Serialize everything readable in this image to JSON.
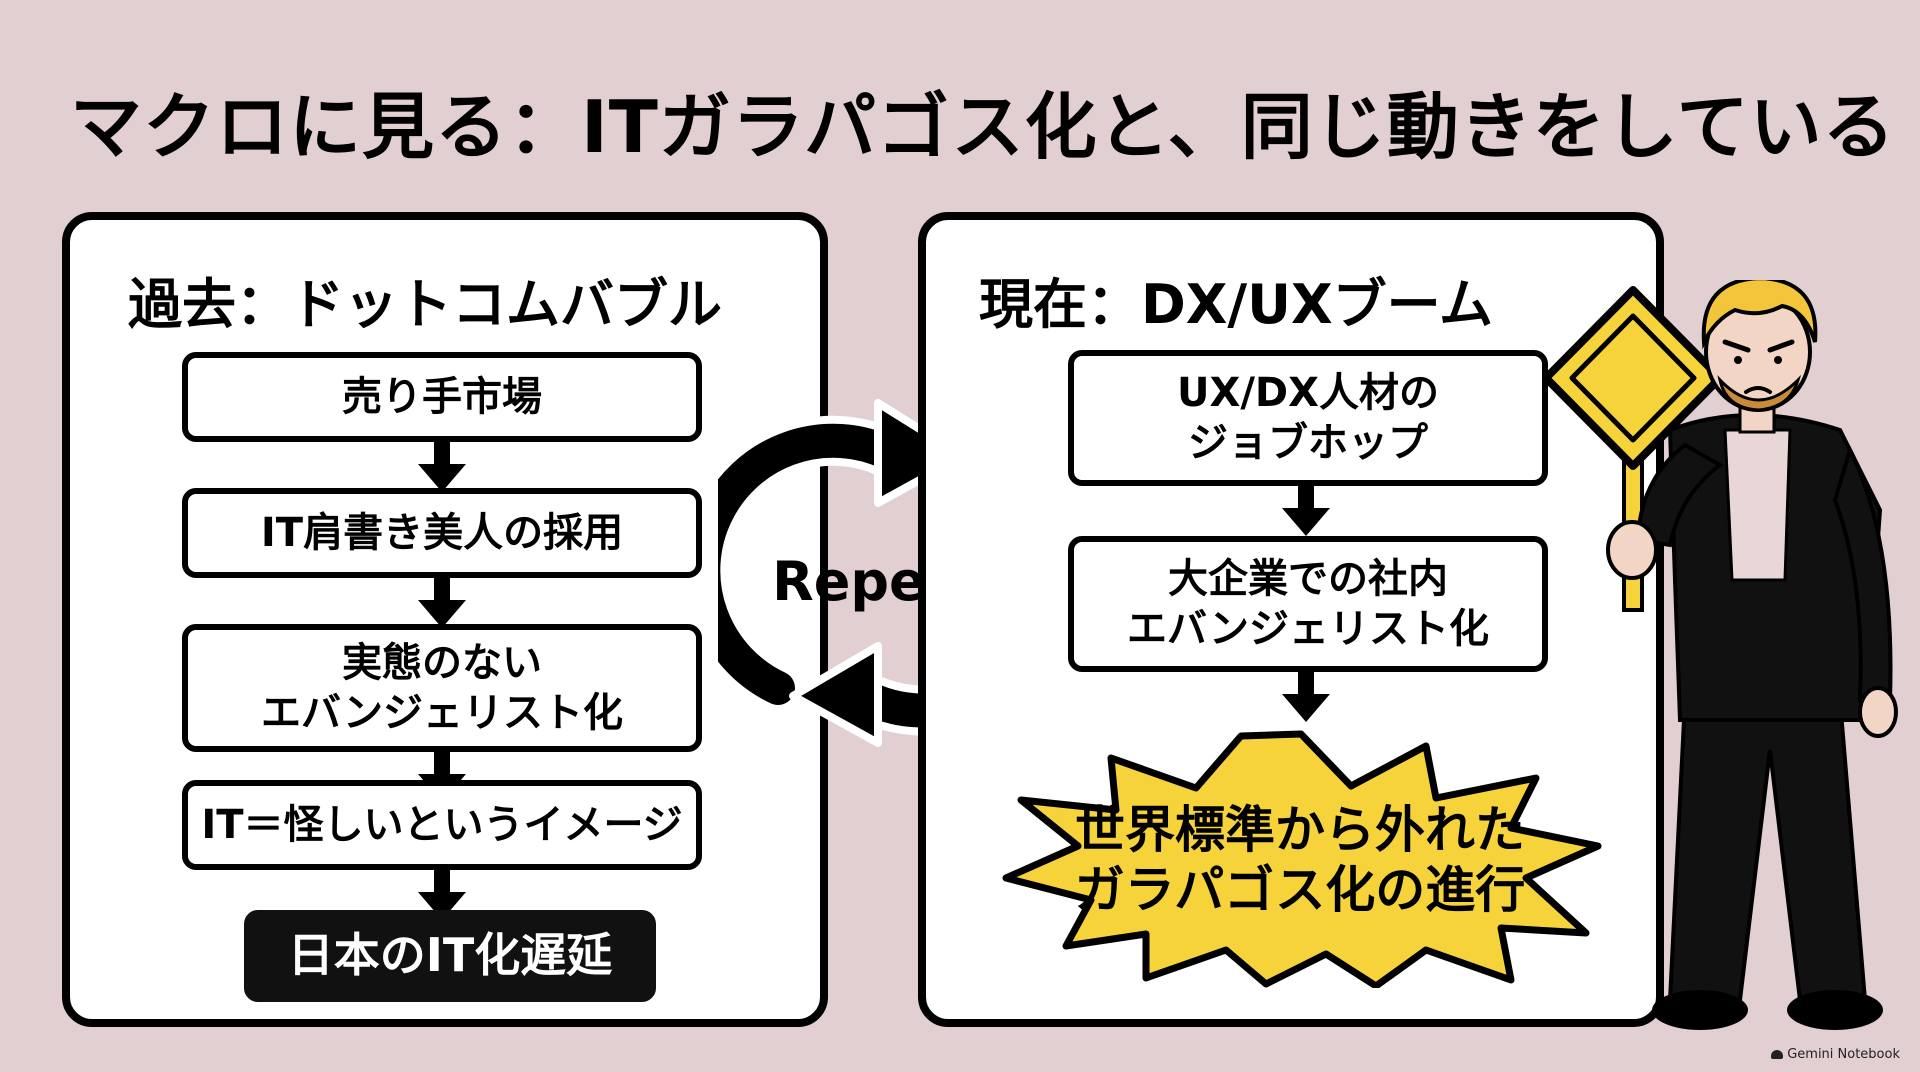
{
  "title": "マクロに見る：ITガラパゴス化と、同じ動きをしている",
  "left_panel": {
    "title": "過去：ドットコムバブル",
    "steps": [
      "売り手市場",
      "IT肩書き美人の採用",
      "実態のない\nエバンジェリスト化",
      "IT＝怪しいというイメージ",
      "日本のIT化遅延"
    ]
  },
  "cycle": {
    "label": "Repeat"
  },
  "right_panel": {
    "title": "現在：DX/UXブーム",
    "steps": [
      "UX/DX人材の\nジョブホップ",
      "大企業での社内\nエバンジェリスト化"
    ],
    "result": "世界標準から外れた\nガラパゴス化の進行"
  },
  "watermark": "Gemini Notebook",
  "colors": {
    "background": "#e2cfd2",
    "panel": "#ffffff",
    "ink": "#000000",
    "accent_yellow": "#f7d33b"
  }
}
